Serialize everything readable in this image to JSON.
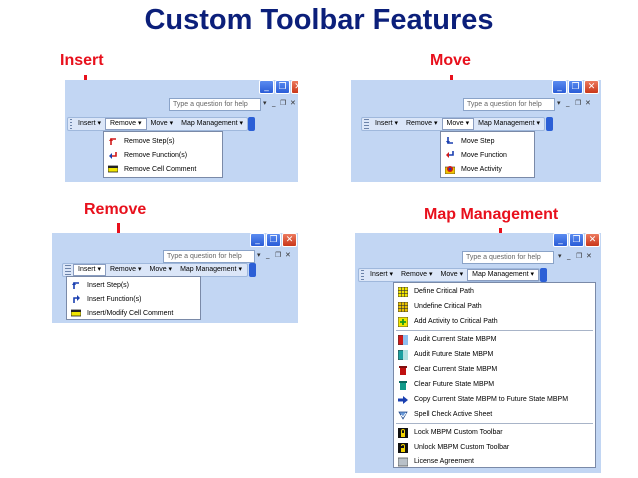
{
  "title": "Custom Toolbar Features",
  "labels": {
    "insert": "Insert",
    "move": "Move",
    "remove": "Remove",
    "map": "Map Management"
  },
  "window": {
    "minimize": "_",
    "restore": "❐",
    "close": "✕",
    "help_placeholder": "Type a question for help",
    "help_dropdown": "▾",
    "doc_min": "_",
    "doc_restore": "❐",
    "doc_close": "✕"
  },
  "toolbar": {
    "insert": "Insert ▾",
    "remove": "Remove ▾",
    "move": "Move ▾",
    "map": "Map Management ▾"
  },
  "menus": {
    "remove": [
      "Remove Step(s)",
      "Remove Function(s)",
      "Remove Cell Comment"
    ],
    "move": [
      "Move Step",
      "Move Function",
      "Move Activity"
    ],
    "insert": [
      "Insert Step(s)",
      "Insert Function(s)",
      "Insert/Modify Cell Comment"
    ],
    "map": [
      "Define Critical Path",
      "Undefine Critical Path",
      "Add Activity to Critical Path",
      "Audit Current State MBPM",
      "Audit Future State MBPM",
      "Clear Current State MBPM",
      "Clear Future State MBPM",
      "Copy Current State MBPM to Future State MBPM",
      "Spell Check Active Sheet",
      "Lock MBPM Custom Toolbar",
      "Unlock MBPM Custom Toolbar",
      "License Agreement"
    ]
  },
  "colors": {
    "title": "#0b1f7a",
    "annotation": "#e8101c",
    "panel": "#c2d6f3",
    "toolbar_end": "#2b5fd6"
  }
}
